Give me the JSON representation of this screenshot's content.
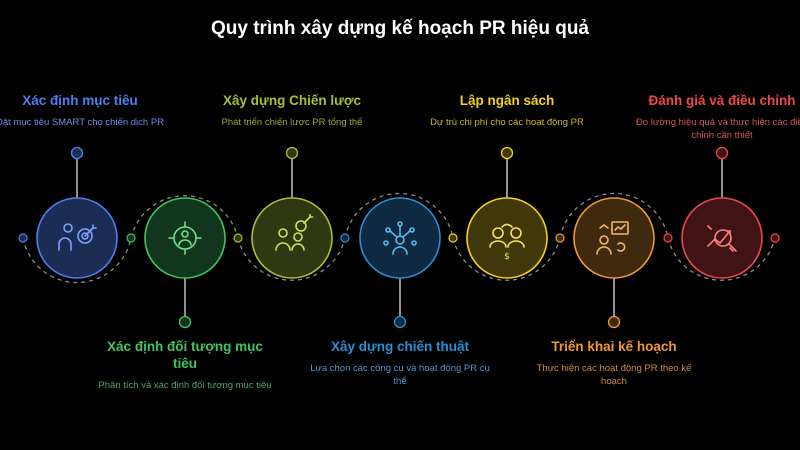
{
  "title": "Quy trình xây dựng kế hoạch PR hiệu quả",
  "steps": [
    {
      "title": "Xác định mục tiêu",
      "desc": "Đặt mục tiêu SMART cho chiến dịch PR",
      "color": "#4f7ff0",
      "icon": "target-person-icon"
    },
    {
      "title": "Xác định đối tượng mục tiêu",
      "desc": "Phân tích và xác định đối tượng mục tiêu",
      "color": "#3ec65f",
      "icon": "crosshair-person-icon"
    },
    {
      "title": "Xây dựng Chiến lược",
      "desc": "Phát triển chiến lược PR tổng thể",
      "color": "#a4c236",
      "icon": "strategy-people-icon"
    },
    {
      "title": "Xây dựng chiến thuật",
      "desc": "Lựa chọn các công cụ và hoạt động PR cụ thể",
      "color": "#2a8fd4",
      "icon": "network-person-icon"
    },
    {
      "title": "Lập ngân sách",
      "desc": "Dự trù chi phí cho các hoạt động PR",
      "color": "#f4d21c",
      "icon": "budget-exchange-icon"
    },
    {
      "title": "Triển khai kế hoạch",
      "desc": "Thực hiện các hoạt động PR theo kế hoạch",
      "color": "#f09a32",
      "icon": "presentation-icon"
    },
    {
      "title": "Đánh giá và điều chỉnh",
      "desc": "Đo lường hiệu quả và thực hiện các điều chỉnh cần thiết",
      "color": "#ef4848",
      "icon": "chart-magnifier-icon"
    }
  ]
}
